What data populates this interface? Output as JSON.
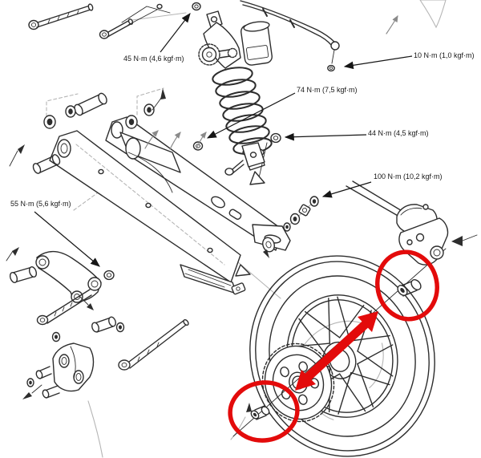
{
  "torque_labels": [
    {
      "id": "swingarm-pivot-bolt",
      "text": "45 N·m (4,6 kgf·m)"
    },
    {
      "id": "brake-hose-banjo-bolt",
      "text": "10 N·m (1,0 kgf·m)"
    },
    {
      "id": "shock-upper-mount",
      "text": "74 N·m (7,5 kgf·m)"
    },
    {
      "id": "shock-lower-nut",
      "text": "44 N·m (4,5 kgf·m)"
    },
    {
      "id": "rear-axle-nut",
      "text": "100 N·m (10,2 kgf·m)"
    },
    {
      "id": "suspension-linkage-nut",
      "text": "55 N·m (5,6 kgf·m)"
    }
  ],
  "annotations": {
    "circle_right": "axle-spacer-right-highlight",
    "circle_left": "axle-spacer-left-highlight",
    "double_arrow": "axle-direction-double-arrow"
  },
  "colors": {
    "annotation_red": "#e30b0b",
    "line_dark": "#2d2d2d",
    "line_light": "#b5b5b5",
    "background": "#ffffff"
  }
}
